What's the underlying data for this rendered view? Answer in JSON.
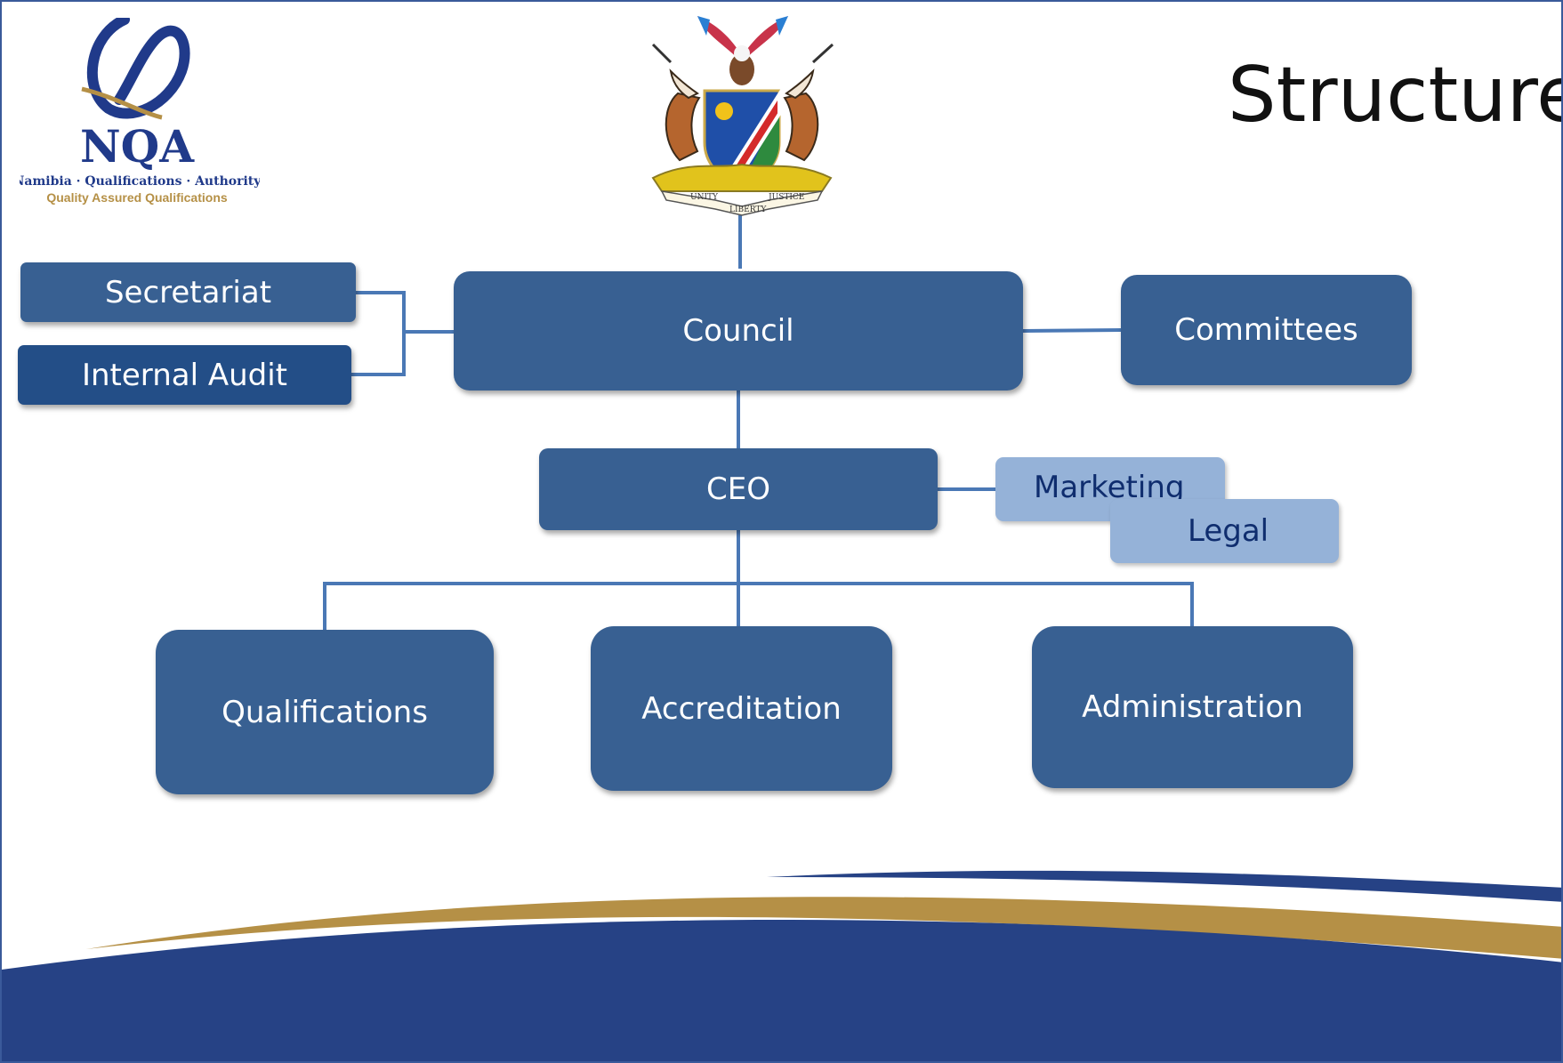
{
  "slide": {
    "title": "Structure"
  },
  "logo": {
    "letters": "NQA",
    "name": "Namibia · Qualifications · Authority",
    "tagline": "Quality Assured Qualifications"
  },
  "crest": {
    "motto_left": "UNITY",
    "motto_center": "LIBERTY",
    "motto_right": "JUSTICE"
  },
  "org_chart": {
    "council": "Council",
    "secretariat": "Secretariat",
    "internal_audit": "Internal Audit",
    "committees": "Committees",
    "ceo": "CEO",
    "marketing": "Marketing",
    "legal": "Legal",
    "divisions": [
      "Qualifications",
      "Accreditation",
      "Administration"
    ]
  },
  "colors": {
    "box_mid": "#386092",
    "box_dark": "#234e87",
    "box_light": "#95b2d8",
    "connector": "#4a78b5",
    "band_navy": "#264285",
    "band_gold": "#b59046"
  }
}
